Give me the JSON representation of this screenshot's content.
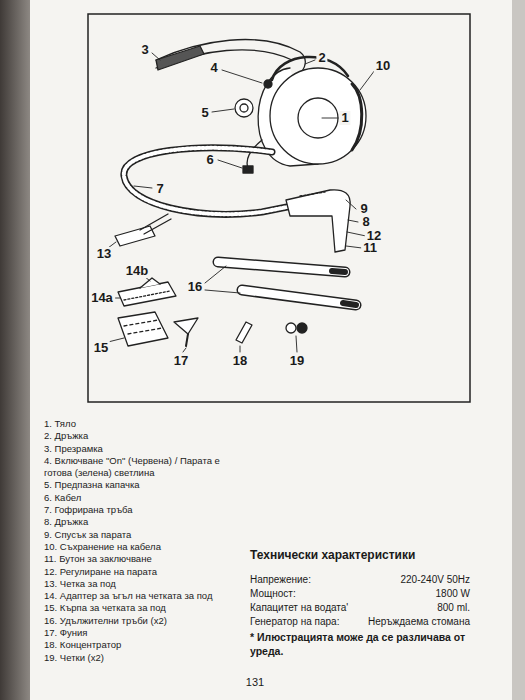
{
  "diagram": {
    "labels": [
      "3",
      "2",
      "4",
      "10",
      "5",
      "1",
      "6",
      "7",
      "9",
      "8",
      "12",
      "11",
      "13",
      "14b",
      "14a",
      "16",
      "15",
      "17",
      "18",
      "19",
      "1. Тяло",
      "2. Дръжка",
      "3. Презрамка",
      "4. Включване \"On\" (Червена) / Парата е готова (зелена) светлина",
      "5. Предпазна капачка",
      "6. Кабел",
      "7. Гофрирана тръба",
      "8. Дръжка",
      "9. Спусък за парата",
      "10. Съхранение на кабела",
      "11. Бутон за заключване",
      "12. Регулиране на парата",
      "13. Четка за под",
      "14. Адаптер за ъгъл на четката за под",
      "15. Кърпа за четката за под",
      "16. Удължителни тръби (x2)",
      "17. Фуния",
      "18. Концентратор",
      "19. Четки (x2)",
      "Технически характеристики",
      "Напрежение:",
      "220-240V 50Hz",
      "Мощност:",
      "1800 W",
      "Капацитет на водата'",
      "800 ml.",
      "Генератор на пара:",
      "Неръждаема стомана",
      "* Илюстрацията може да се различава от уреда.",
      "131"
    ]
  }
}
